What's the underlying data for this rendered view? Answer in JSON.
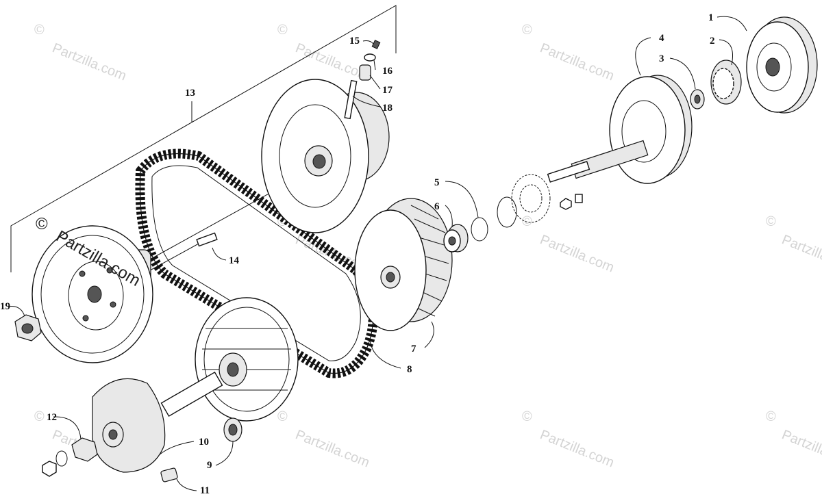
{
  "watermark": {
    "symbol": "©",
    "brand": "Partzilla.com"
  },
  "callouts": [
    {
      "id": "1",
      "label": "1"
    },
    {
      "id": "2",
      "label": "2"
    },
    {
      "id": "3",
      "label": "3"
    },
    {
      "id": "4",
      "label": "4"
    },
    {
      "id": "5",
      "label": "5"
    },
    {
      "id": "6",
      "label": "6"
    },
    {
      "id": "7",
      "label": "7"
    },
    {
      "id": "8",
      "label": "8"
    },
    {
      "id": "9",
      "label": "9"
    },
    {
      "id": "10",
      "label": "10"
    },
    {
      "id": "11",
      "label": "11"
    },
    {
      "id": "12",
      "label": "12"
    },
    {
      "id": "13",
      "label": "13"
    },
    {
      "id": "14",
      "label": "14"
    },
    {
      "id": "15",
      "label": "15"
    },
    {
      "id": "16",
      "label": "16"
    },
    {
      "id": "17",
      "label": "17"
    },
    {
      "id": "18",
      "label": "18"
    },
    {
      "id": "19",
      "label": "19"
    }
  ]
}
